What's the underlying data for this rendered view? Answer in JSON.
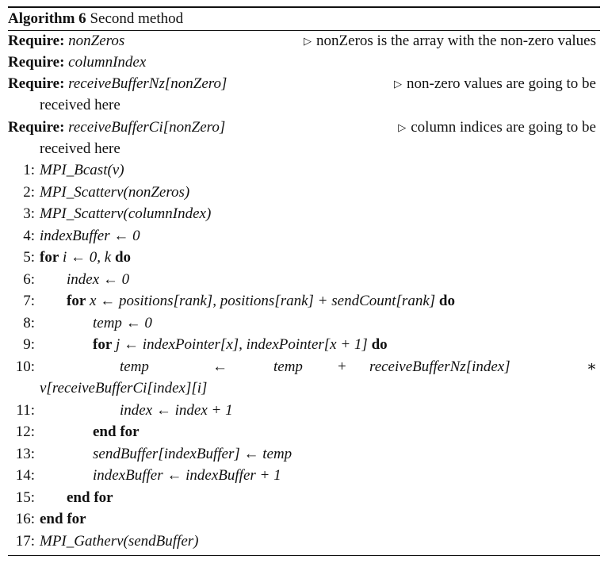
{
  "algorithm": {
    "label": "Algorithm 6",
    "name": "Second method"
  },
  "requires": [
    {
      "keyword": "Require:",
      "param": "nonZeros",
      "comment": "nonZeros is the array with the non-zero values",
      "cont": ""
    },
    {
      "keyword": "Require:",
      "param": "columnIndex",
      "comment": "",
      "cont": ""
    },
    {
      "keyword": "Require:",
      "param": "receiveBufferNz[nonZero]",
      "comment": "non-zero values are going to be",
      "cont": "received here"
    },
    {
      "keyword": "Require:",
      "param": "receiveBufferCi[nonZero]",
      "comment": "column indices are going to be",
      "cont": "received here"
    }
  ],
  "comment_symbol": "▷",
  "lines": [
    {
      "n": "1:",
      "text": "MPI_Bcast(v)"
    },
    {
      "n": "2:",
      "text": "MPI_Scatterv(nonZeros)"
    },
    {
      "n": "3:",
      "text": "MPI_Scatterv(columnIndex)"
    },
    {
      "n": "4:",
      "text": "indexBuffer ← 0"
    },
    {
      "n": "5:",
      "kw": "for",
      "text": "i ← 0, k",
      "kw2": "do"
    },
    {
      "n": "6:",
      "text": "index ← 0"
    },
    {
      "n": "7:",
      "kw": "for",
      "text": "x ← positions[rank], positions[rank] + sendCount[rank]",
      "kw2": "do"
    },
    {
      "n": "8:",
      "text": "temp ← 0"
    },
    {
      "n": "9:",
      "kw": "for",
      "text": "j ← indexPointer[x], indexPointer[x + 1]",
      "kw2": "do"
    },
    {
      "n": "10:",
      "text_a": "temp",
      "text_b": "←",
      "text_c": "temp",
      "text_d": "+",
      "text_e": "receiveBufferNz[index]",
      "text_f": "∗",
      "cont": "v[receiveBufferCi[index][i]"
    },
    {
      "n": "11:",
      "text": "index ← index + 1"
    },
    {
      "n": "12:",
      "kw": "end for"
    },
    {
      "n": "13:",
      "text": "sendBuffer[indexBuffer] ← temp"
    },
    {
      "n": "14:",
      "text": "indexBuffer ← indexBuffer + 1"
    },
    {
      "n": "15:",
      "kw": "end for"
    },
    {
      "n": "16:",
      "kw": "end for"
    },
    {
      "n": "17:",
      "text": "MPI_Gatherv(sendBuffer)"
    }
  ]
}
